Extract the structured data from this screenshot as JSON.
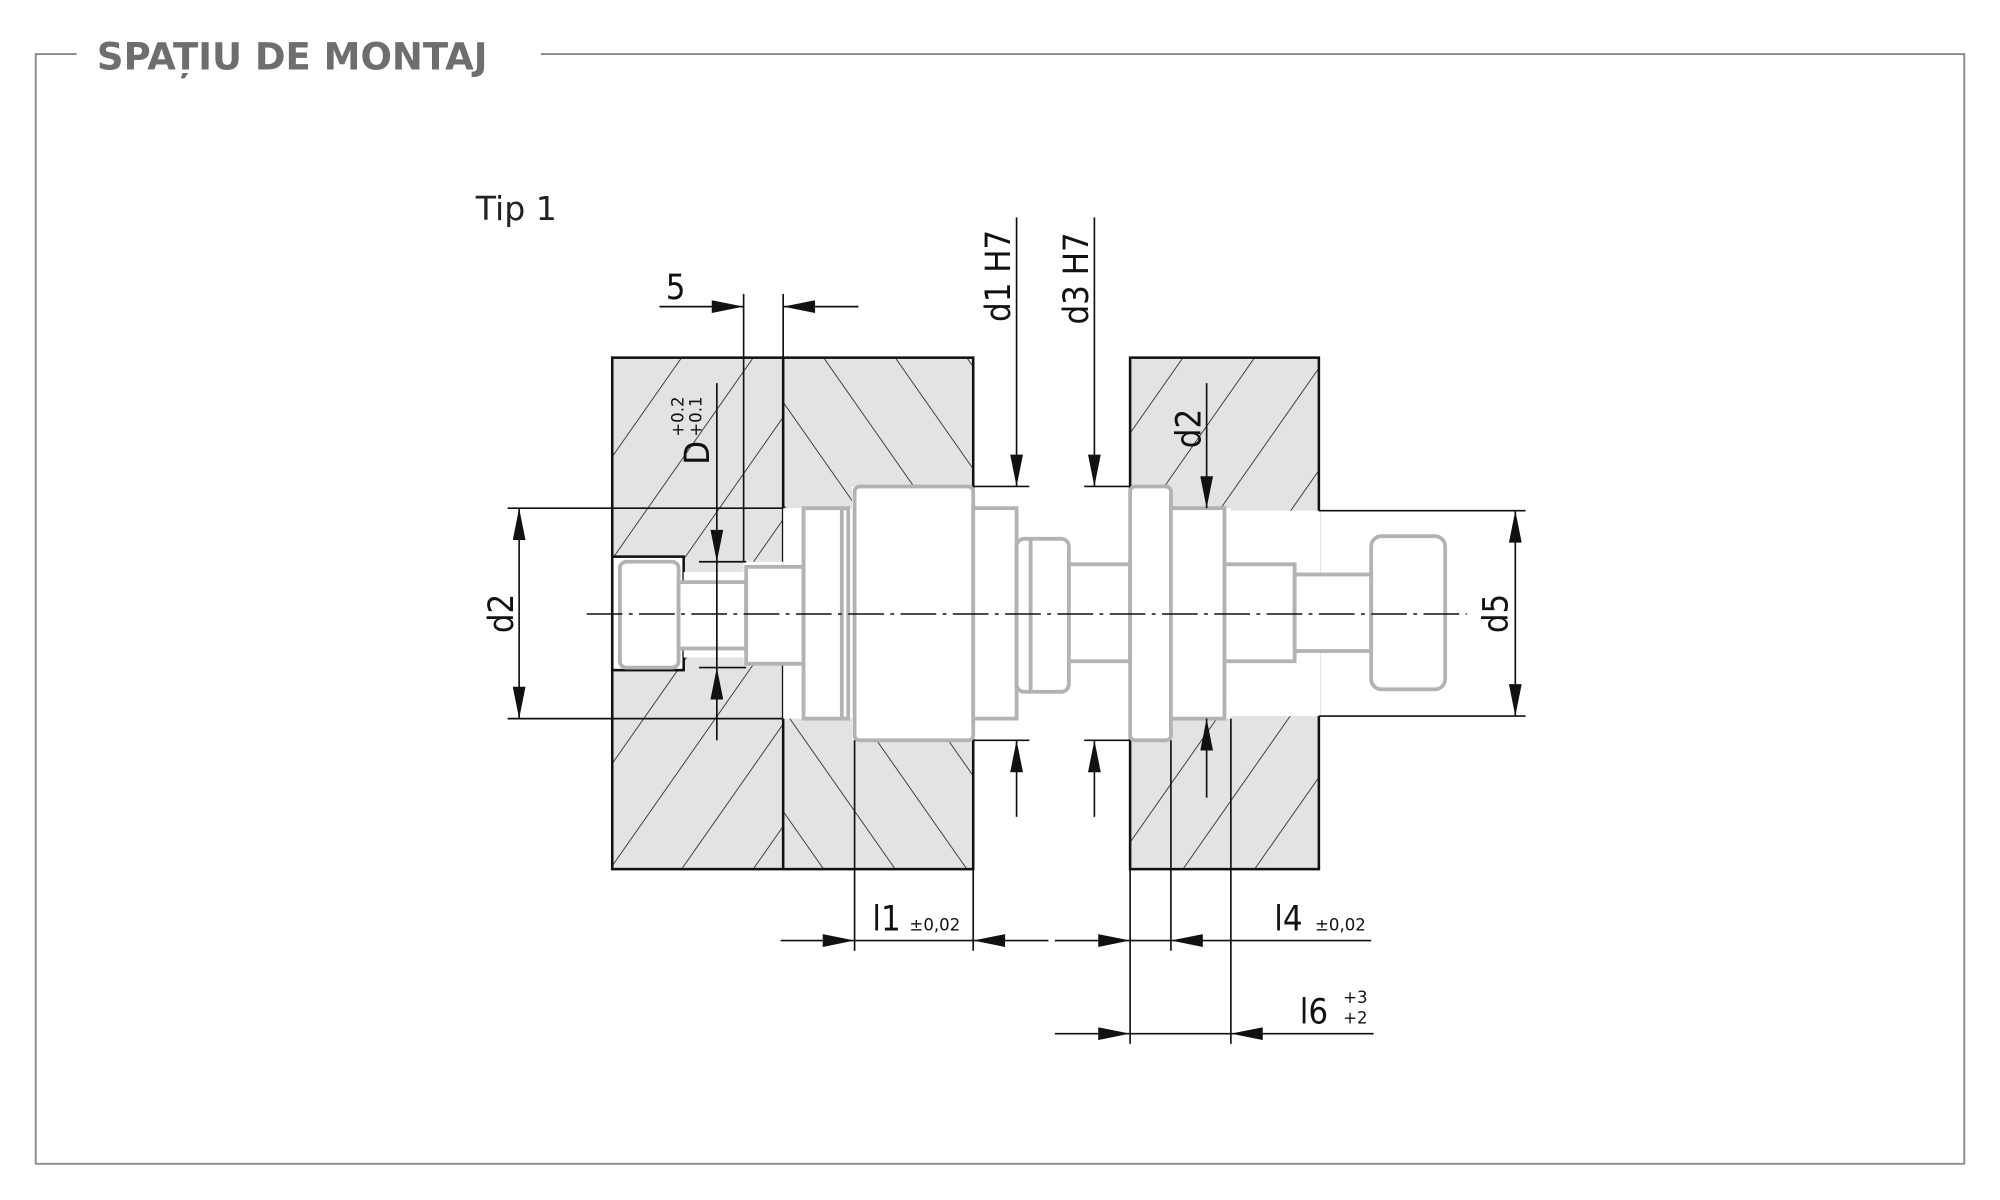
{
  "title": "SPAȚIU DE MONTAJ",
  "type_label": "Tip 1",
  "dimensions": {
    "five": "5",
    "D": "D",
    "D_tol_upper": "+0.2",
    "D_tol_lower": "+0.1",
    "d2_left": "d2",
    "d1": "d1 H7",
    "d3": "d3 H7",
    "d2_right": "d2",
    "d5": "d5",
    "l1": "l1",
    "l1_tol": "±0,02",
    "l4": "l4",
    "l4_tol": "±0,02",
    "l6": "l6",
    "l6_tol_upper": "+3",
    "l6_tol_lower": "+2"
  },
  "colors": {
    "frame": "#8a8a8a",
    "title": "#6e6e6e",
    "block_fill": "#e3e3e3",
    "part_stroke": "#b3b3b3"
  }
}
